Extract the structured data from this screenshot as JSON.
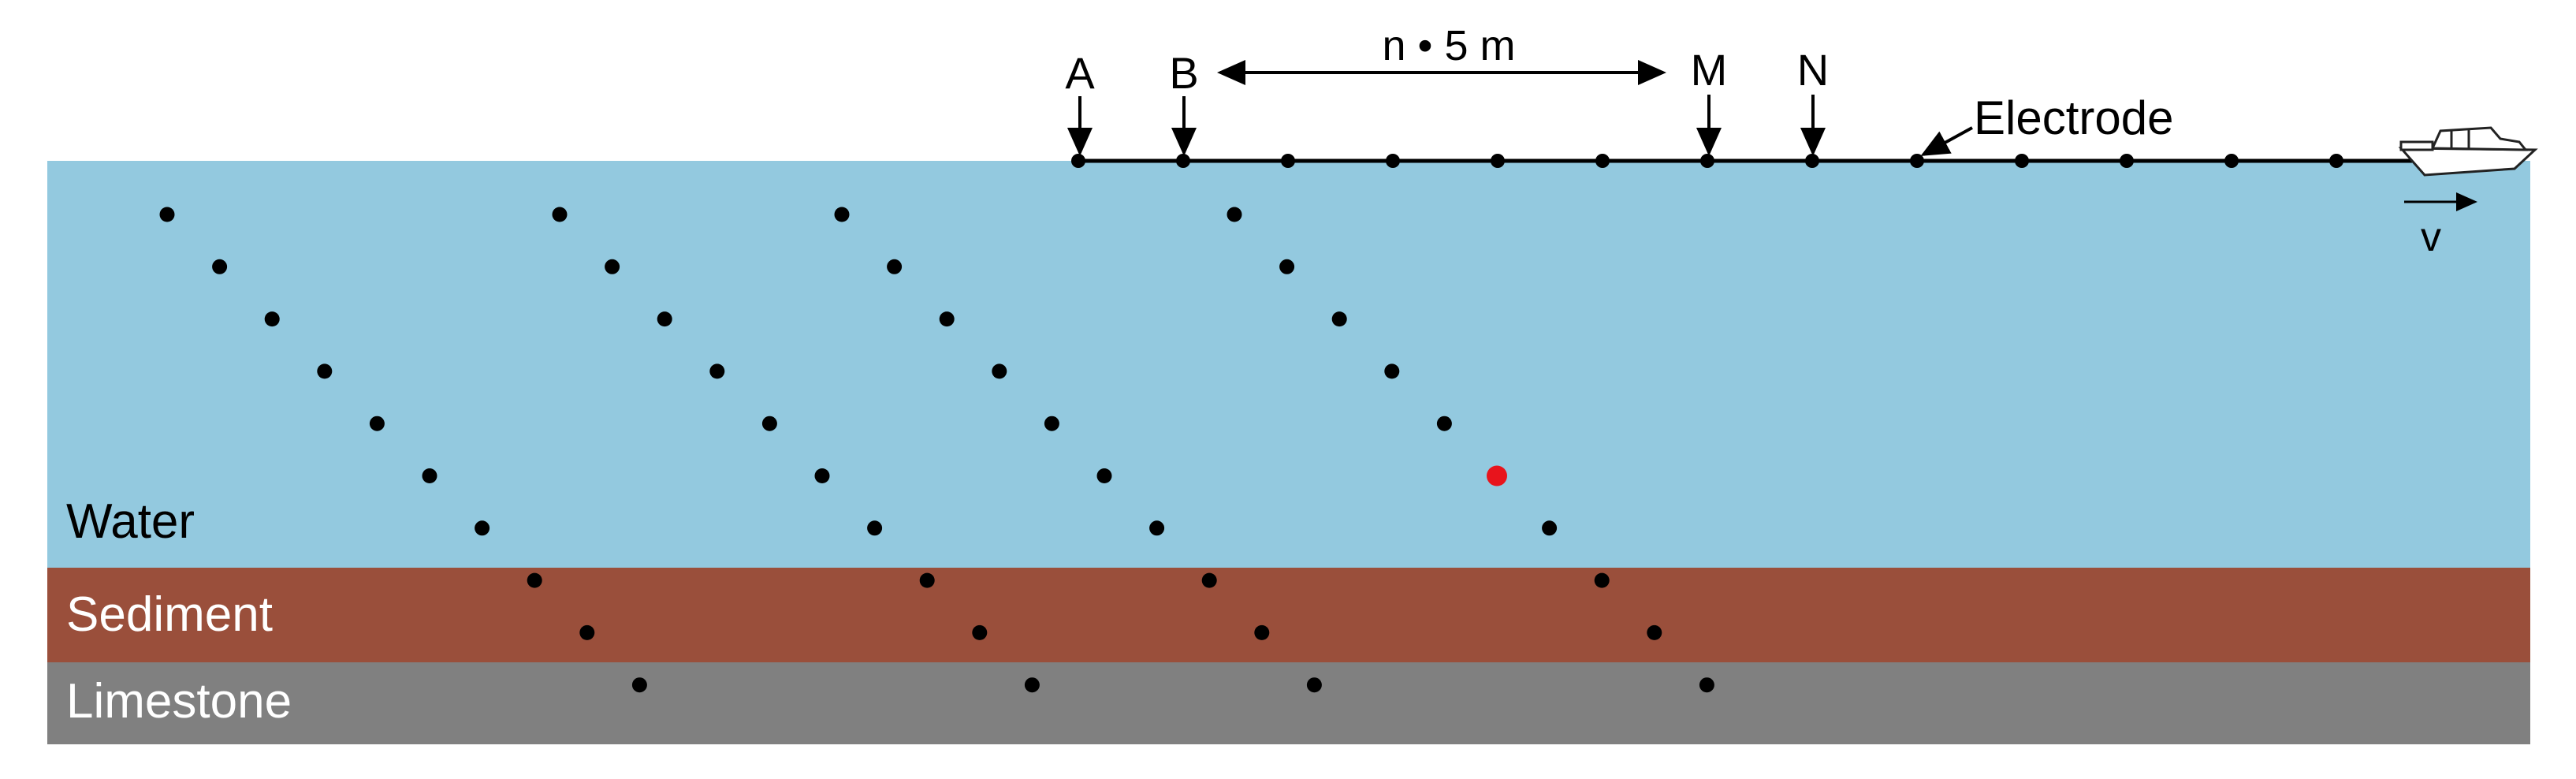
{
  "layers": [
    {
      "name": "Water",
      "color": "#93c9df"
    },
    {
      "name": "Sediment",
      "color": "#9a4f3b"
    },
    {
      "name": "Limestone",
      "color": "#808080"
    }
  ],
  "electrodes": {
    "labels": [
      "A",
      "B",
      "M",
      "N"
    ],
    "spacing_label": "n • 5 m",
    "electrode_label": "Electrode",
    "count": 13
  },
  "boat": {
    "velocity_label": "v"
  },
  "measurement_points": {
    "diagonals": 4,
    "points_per_diagonal": 10,
    "highlight": {
      "diagonal": 4,
      "index": 5,
      "color": "#e8141c"
    },
    "dot_color": "#000000"
  }
}
